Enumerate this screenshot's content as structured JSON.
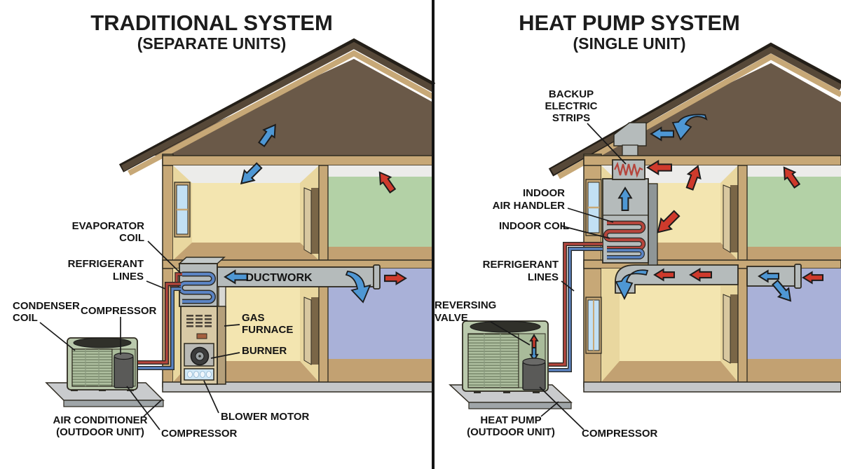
{
  "left_panel": {
    "title": "TRADITIONAL SYSTEM",
    "subtitle": "(SEPARATE UNITS)",
    "labels": {
      "evaporator_coil": [
        "EVAPORATOR",
        "COIL"
      ],
      "refrigerant_lines": [
        "REFRIGERANT",
        "LINES"
      ],
      "condenser_coil": [
        "CONDENSER",
        "COIL"
      ],
      "compressor_callout_top": "COMPRESSOR",
      "ductwork": "DUCTWORK",
      "gas_furnace": [
        "GAS",
        "FURNACE"
      ],
      "burner": "BURNER",
      "blower_motor": "BLOWER MOTOR",
      "air_conditioner": [
        "AIR CONDITIONER",
        "(OUTDOOR UNIT)"
      ],
      "compressor_callout_bottom": "COMPRESSOR"
    }
  },
  "right_panel": {
    "title": "HEAT PUMP SYSTEM",
    "subtitle": "(SINGLE UNIT)",
    "labels": {
      "backup_electric_strips": [
        "BACKUP",
        "ELECTRIC",
        "STRIPS"
      ],
      "indoor_air_handler": [
        "INDOOR",
        "AIR HANDLER"
      ],
      "indoor_coil": "INDOOR COIL",
      "refrigerant_lines": [
        "REFRIGERANT",
        "LINES"
      ],
      "reversing_valve": [
        "REVERSING",
        "VALVE"
      ],
      "heat_pump": [
        "HEAT PUMP",
        "(OUTDOOR UNIT)"
      ],
      "compressor_callout": "COMPRESSOR"
    }
  },
  "colors": {
    "warm_air_arrow": "#cf3a2c",
    "cool_air_arrow": "#4e97d4",
    "refrigerant_hot_line": "#b5453c",
    "refrigerant_cold_line": "#5b84c4",
    "roof_edge": "#564838",
    "attic_interior": "#6a5948",
    "wood_frame": "#c7a877",
    "wall_yellow": "#f3e5b0",
    "wall_green": "#b3d1a6",
    "wall_lavender": "#a9b1d8",
    "duct_gray": "#b5bbbb",
    "outdoor_unit_green": "#bac9ac",
    "background": "#ffffff"
  }
}
